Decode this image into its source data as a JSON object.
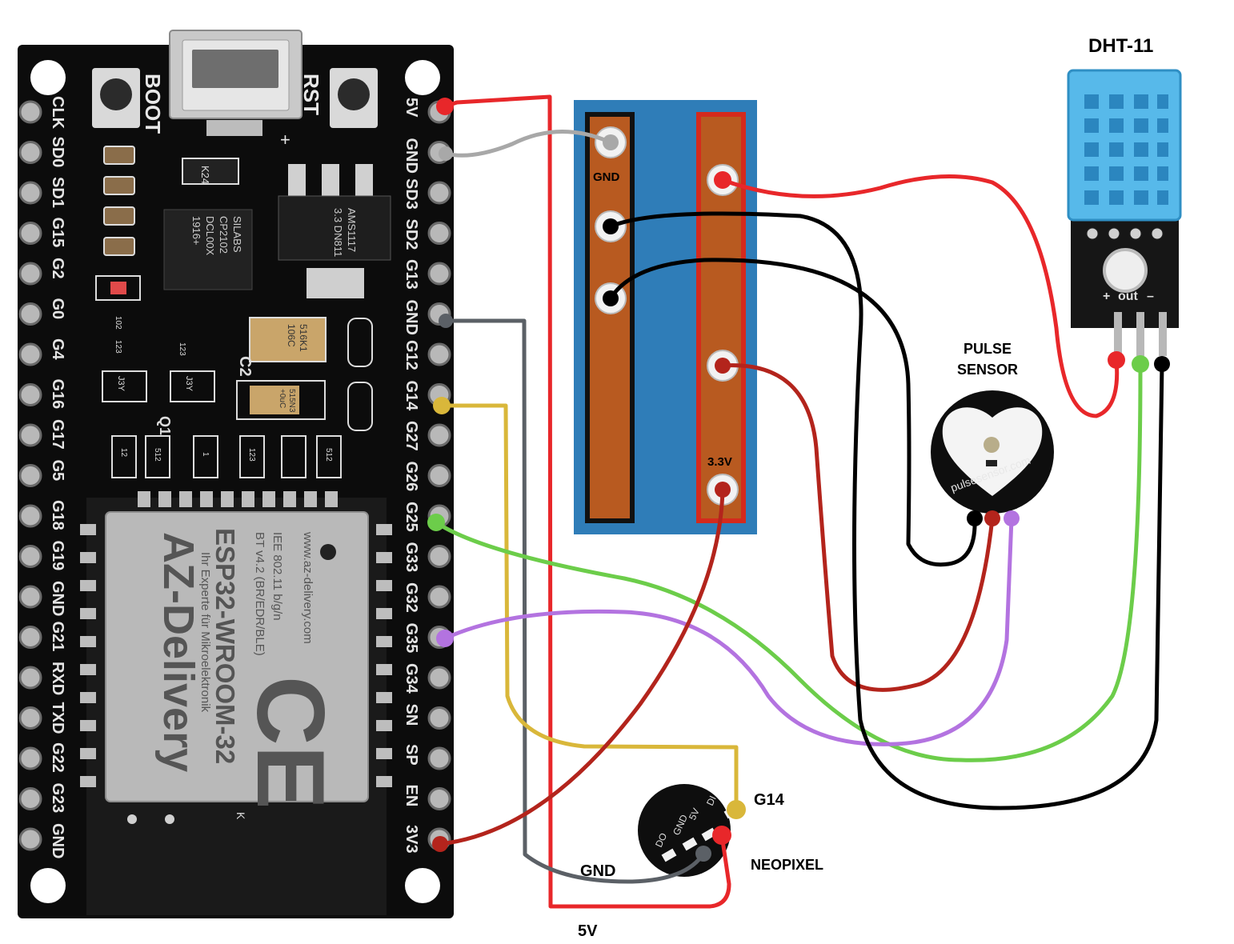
{
  "board": {
    "brand": "AZ-Delivery",
    "brand_sub": "Ihr Experte für Mikroelektronik",
    "module": "ESP32-WROOM-32",
    "module_line1": "BT v4.2 (BR/EDR/BLE)",
    "module_line2": "IEE 802.11 b/g/n",
    "module_line3": "www.az-delivery.com",
    "ce_mark": "CE",
    "button_boot": "BOOT",
    "button_rst": "RST",
    "chip_usb_line1": "SILABS",
    "chip_usb_line2": "CP2102",
    "chip_usb_line3": "DCL00X",
    "chip_usb_line4": "1916+",
    "chip_reg_line1": "AMS1117",
    "chip_reg_line2": "3.3 DN811",
    "k24": "K24",
    "cap1_line1": "516K1",
    "cap1_line2": "106C",
    "cap2_line1": "515N3",
    "cap2_line2": "+0uC",
    "c2": "C2",
    "q1": "Q1",
    "r102": "102",
    "r123a": "123",
    "r123b": "123",
    "j3y1": "J3Y",
    "j3y2": "J3Y",
    "r12": "12",
    "r512": "512",
    "r123c": "123",
    "r512b": "512",
    "r1": "1",
    "ant_k": "K",
    "left_pins": [
      "CLK",
      "SD0",
      "SD1",
      "G15",
      "G2",
      "G0",
      "G4",
      "G16",
      "G17",
      "G5",
      "G18",
      "G19",
      "GND",
      "G21",
      "RXD",
      "TXD",
      "G22",
      "G23",
      "GND"
    ],
    "right_pins": [
      "5V",
      "GND",
      "SD3",
      "SD2",
      "G13",
      "GND",
      "G12",
      "G14",
      "G27",
      "G26",
      "G25",
      "G33",
      "G32",
      "G35",
      "G34",
      "SN",
      "SP",
      "EN",
      "3V3"
    ],
    "plus_marks": [
      "+",
      "+"
    ]
  },
  "breadboard": {
    "gnd_label": "GND",
    "v33_label": "3.3V"
  },
  "dht": {
    "title": "DHT-11",
    "pins_label_plus": "+",
    "pins_label_out": "out",
    "pins_label_minus": "–"
  },
  "pulse": {
    "title_line1": "PULSE",
    "title_line2": "SENSOR",
    "url": "pulsesensor.com"
  },
  "neopixel": {
    "title": "NEOPIXEL",
    "pin_di": "DI",
    "pin_5v": "5V",
    "pin_gnd": "GND",
    "pin_do": "DO",
    "g14_label": "G14",
    "gnd_label": "GND",
    "v5_label": "5V"
  },
  "colors": {
    "wire_red": "#e8272a",
    "wire_darkred": "#b3241c",
    "wire_black": "#000000",
    "wire_gray": "#a8a8a8",
    "wire_slate": "#5b6066",
    "wire_yellow": "#d9b73a",
    "wire_green": "#6ccd4a",
    "wire_purple": "#b373e0",
    "breadboard_bg": "#2f7db8",
    "breadboard_rail": "#b85a20",
    "dht_blue": "#57b9ea"
  }
}
